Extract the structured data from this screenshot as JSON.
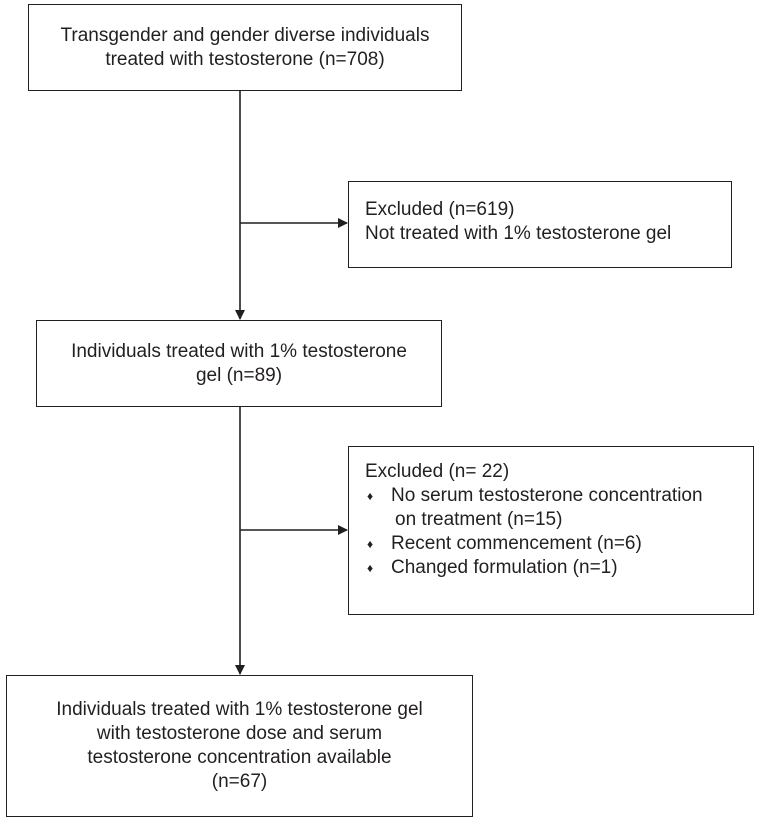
{
  "boxes": {
    "start": {
      "lines": [
        "Transgender and gender diverse individuals",
        "treated with testosterone (n=708)"
      ]
    },
    "excluded_1": {
      "lines": [
        "Excluded (n=619)",
        "Not treated with 1% testosterone gel"
      ]
    },
    "middle": {
      "lines": [
        "Individuals treated with 1% testosterone",
        "gel (n=89)"
      ]
    },
    "excluded_2": {
      "heading": "Excluded (n= 22)",
      "bullet_glyph": "♦",
      "items": [
        {
          "lines": [
            "No serum testosterone concentration",
            "on treatment (n=15)"
          ]
        },
        {
          "lines": [
            "Recent commencement (n=6)"
          ]
        },
        {
          "lines": [
            "Changed formulation (n=1)"
          ]
        }
      ]
    },
    "final": {
      "lines": [
        "Individuals treated with 1% testosterone gel",
        "with testosterone dose and serum",
        "testosterone concentration available",
        "(n=67)"
      ]
    }
  },
  "colors": {
    "line": "#231f20",
    "text": "#231f20",
    "background": "#ffffff"
  }
}
